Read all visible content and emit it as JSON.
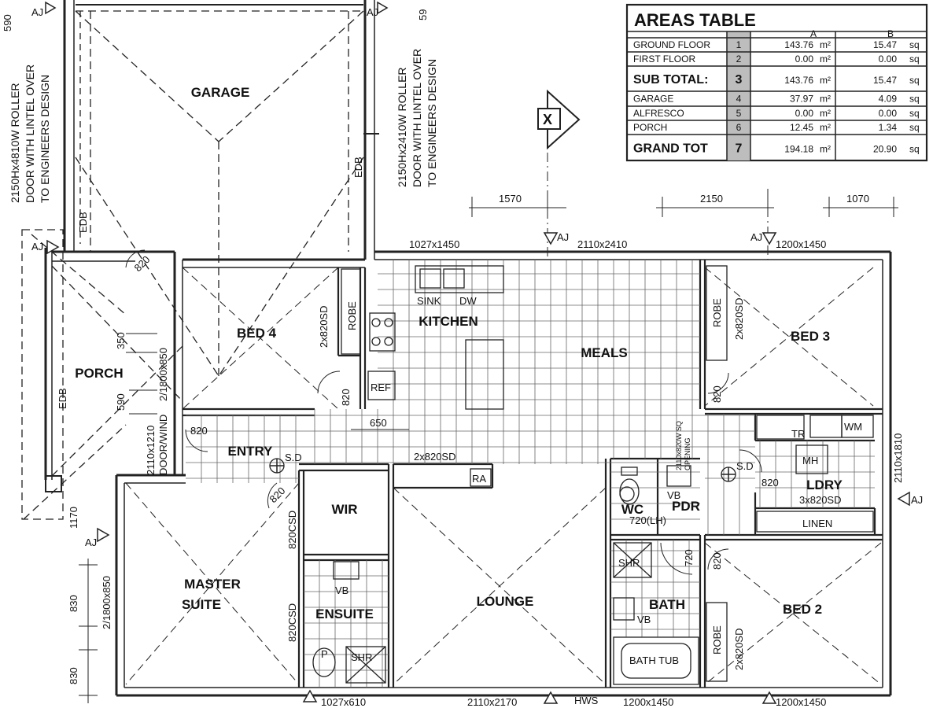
{
  "areas_table": {
    "title": "AREAS TABLE",
    "col_a": "A",
    "col_b": "B",
    "rows": [
      {
        "label": "GROUND FLOOR",
        "no": "1",
        "a_val": "143.76",
        "a_unit": "m²",
        "b_val": "15.47",
        "b_unit": "sq",
        "big": false
      },
      {
        "label": "FIRST FLOOR",
        "no": "2",
        "a_val": "0.00",
        "a_unit": "m²",
        "b_val": "0.00",
        "b_unit": "sq",
        "big": false
      },
      {
        "label": "SUB TOTAL:",
        "no": "3",
        "a_val": "143.76",
        "a_unit": "m²",
        "b_val": "15.47",
        "b_unit": "sq",
        "big": true
      },
      {
        "label": "GARAGE",
        "no": "4",
        "a_val": "37.97",
        "a_unit": "m²",
        "b_val": "4.09",
        "b_unit": "sq",
        "big": false
      },
      {
        "label": "ALFRESCO",
        "no": "5",
        "a_val": "0.00",
        "a_unit": "m²",
        "b_val": "0.00",
        "b_unit": "sq",
        "big": false
      },
      {
        "label": "PORCH",
        "no": "6",
        "a_val": "12.45",
        "a_unit": "m²",
        "b_val": "1.34",
        "b_unit": "sq",
        "big": false
      },
      {
        "label": "GRAND TOT",
        "no": "7",
        "a_val": "194.18",
        "a_unit": "m²",
        "b_val": "20.90",
        "b_unit": "sq",
        "big": true
      }
    ]
  },
  "rooms": {
    "garage": "GARAGE",
    "bed4": "BED 4",
    "kitchen": "KITCHEN",
    "meals": "MEALS",
    "bed3": "BED 3",
    "porch": "PORCH",
    "entry": "ENTRY",
    "wir": "WIR",
    "master_1": "MASTER",
    "master_2": "SUITE",
    "ensuite": "ENSUITE",
    "lounge": "LOUNGE",
    "wc": "WC",
    "pdr": "PDR",
    "bath": "BATH",
    "ldry": "LDRY",
    "bed2": "BED 2"
  },
  "fixtures": {
    "robe": "ROBE",
    "sink": "SINK",
    "dw": "DW",
    "ref": "REF",
    "ra": "RA",
    "tr": "TR",
    "wm": "WM",
    "mh": "MH",
    "linen": "LINEN",
    "shr": "SHR",
    "vb": "VB",
    "bath_tub": "BATH TUB",
    "hws": "HWS",
    "sd": "S.D",
    "x_marker": "X",
    "edb": "EDB",
    "aj": "AJ",
    "p": "P"
  },
  "door_notes": {
    "garage_left": [
      "2150Hx4810W ROLLER",
      "DOOR WITH LINTEL OVER",
      "TO ENGINEERS DESIGN"
    ],
    "garage_right": [
      "2150Hx2410W ROLLER",
      "DOOR WITH LINTEL OVER",
      "TO ENGINEERS DESIGN"
    ],
    "entry_door": [
      "2110x1210",
      "DOOR/WIND"
    ],
    "pdr_opening": [
      "2110x820W SQ",
      "OPENING"
    ]
  },
  "dims": {
    "d1570": "1570",
    "d2150": "2150",
    "d1070": "1070",
    "w_1027x1450": "1027x1450",
    "w_2110x2410": "2110x2410",
    "w_1200x1450_top": "1200x1450",
    "w_1027x610": "1027x610",
    "w_2110x2170": "2110x2170",
    "w_1200x1450_b1": "1200x1450",
    "w_1200x1450_b2": "1200x1450",
    "w_2110x1810": "2110x1810",
    "w_2_1800x850_a": "2/1800x850",
    "w_2_1800x850_b": "2/1800x850",
    "d820_porch": "820",
    "d820_bed4": "820",
    "d820_entry": "820",
    "d820_master": "820",
    "d820_meals": "820",
    "d820_ldry": "820",
    "d820_bed2": "820",
    "d720_v": "720",
    "d720_lh": "720(LH)",
    "d650": "650",
    "d350": "350",
    "d590": "590",
    "d1170": "1170",
    "d830_a": "830",
    "d830_b": "830",
    "robe_2x820sd_bed4": "2x820SD",
    "robe_2x820sd_bed3": "2x820SD",
    "robe_2x820sd_bed2": "2x820SD",
    "robe_2x820sd_hall": "2x820SD",
    "ldry_3x820sd": "3x820SD",
    "wir_820csd": "820CSD",
    "ens_820csd": "820CSD",
    "top_590": "590",
    "top_59": "59"
  }
}
